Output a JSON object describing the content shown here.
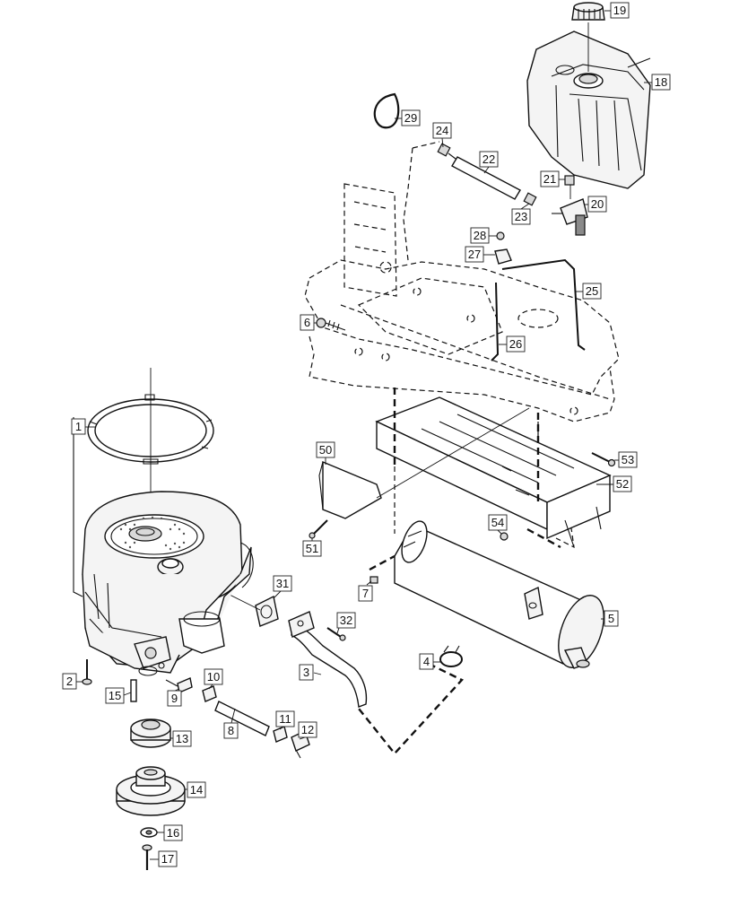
{
  "diagram": {
    "type": "exploded-parts-diagram",
    "callouts": [
      {
        "number": "1"
      },
      {
        "number": "2"
      },
      {
        "number": "3"
      },
      {
        "number": "4"
      },
      {
        "number": "5"
      },
      {
        "number": "6"
      },
      {
        "number": "7"
      },
      {
        "number": "8"
      },
      {
        "number": "9"
      },
      {
        "number": "10"
      },
      {
        "number": "11"
      },
      {
        "number": "12"
      },
      {
        "number": "13"
      },
      {
        "number": "14"
      },
      {
        "number": "15"
      },
      {
        "number": "16"
      },
      {
        "number": "17"
      },
      {
        "number": "18"
      },
      {
        "number": "19"
      },
      {
        "number": "20"
      },
      {
        "number": "21"
      },
      {
        "number": "22"
      },
      {
        "number": "23"
      },
      {
        "number": "24"
      },
      {
        "number": "25"
      },
      {
        "number": "26"
      },
      {
        "number": "27"
      },
      {
        "number": "28"
      },
      {
        "number": "29"
      },
      {
        "number": "31"
      },
      {
        "number": "32"
      },
      {
        "number": "50"
      },
      {
        "number": "51"
      },
      {
        "number": "52"
      },
      {
        "number": "53"
      },
      {
        "number": "54"
      }
    ]
  }
}
